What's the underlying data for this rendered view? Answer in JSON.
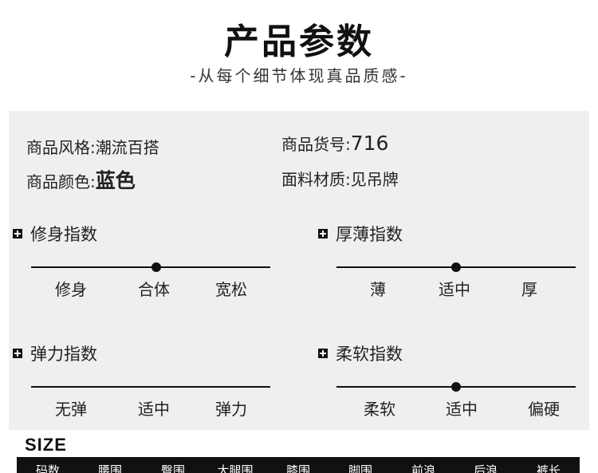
{
  "header": {
    "title": "产品参数",
    "subtitle": "-从每个细节体现真品质感-"
  },
  "attributes": {
    "style_label": "商品风格:",
    "style_value": "潮流百搭",
    "item_no_label": "商品货号:",
    "item_no_value": "716",
    "color_label": "商品颜色:",
    "color_value": "蓝色",
    "material_label": "面料材质:",
    "material_value": "见吊牌"
  },
  "indices": [
    {
      "title": "修身指数",
      "options": [
        "修身",
        "合体",
        "宽松"
      ],
      "selected_index": 1
    },
    {
      "title": "厚薄指数",
      "options": [
        "薄",
        "适中",
        "厚"
      ],
      "selected_index": 1
    },
    {
      "title": "弹力指数",
      "options": [
        "无弹",
        "适中",
        "弹力"
      ],
      "selected_index": 1
    },
    {
      "title": "柔软指数",
      "options": [
        "柔软",
        "适中",
        "偏硬"
      ],
      "selected_index": 1
    }
  ],
  "size_table": {
    "title": "SIZE",
    "headers": [
      "码数",
      "腰围",
      "臀围",
      "大腿围",
      "膝围",
      "脚围",
      "前浪",
      "后浪",
      "裤长"
    ]
  },
  "colors": {
    "panel_background": "#efefef",
    "table_header_background": "#111111"
  }
}
